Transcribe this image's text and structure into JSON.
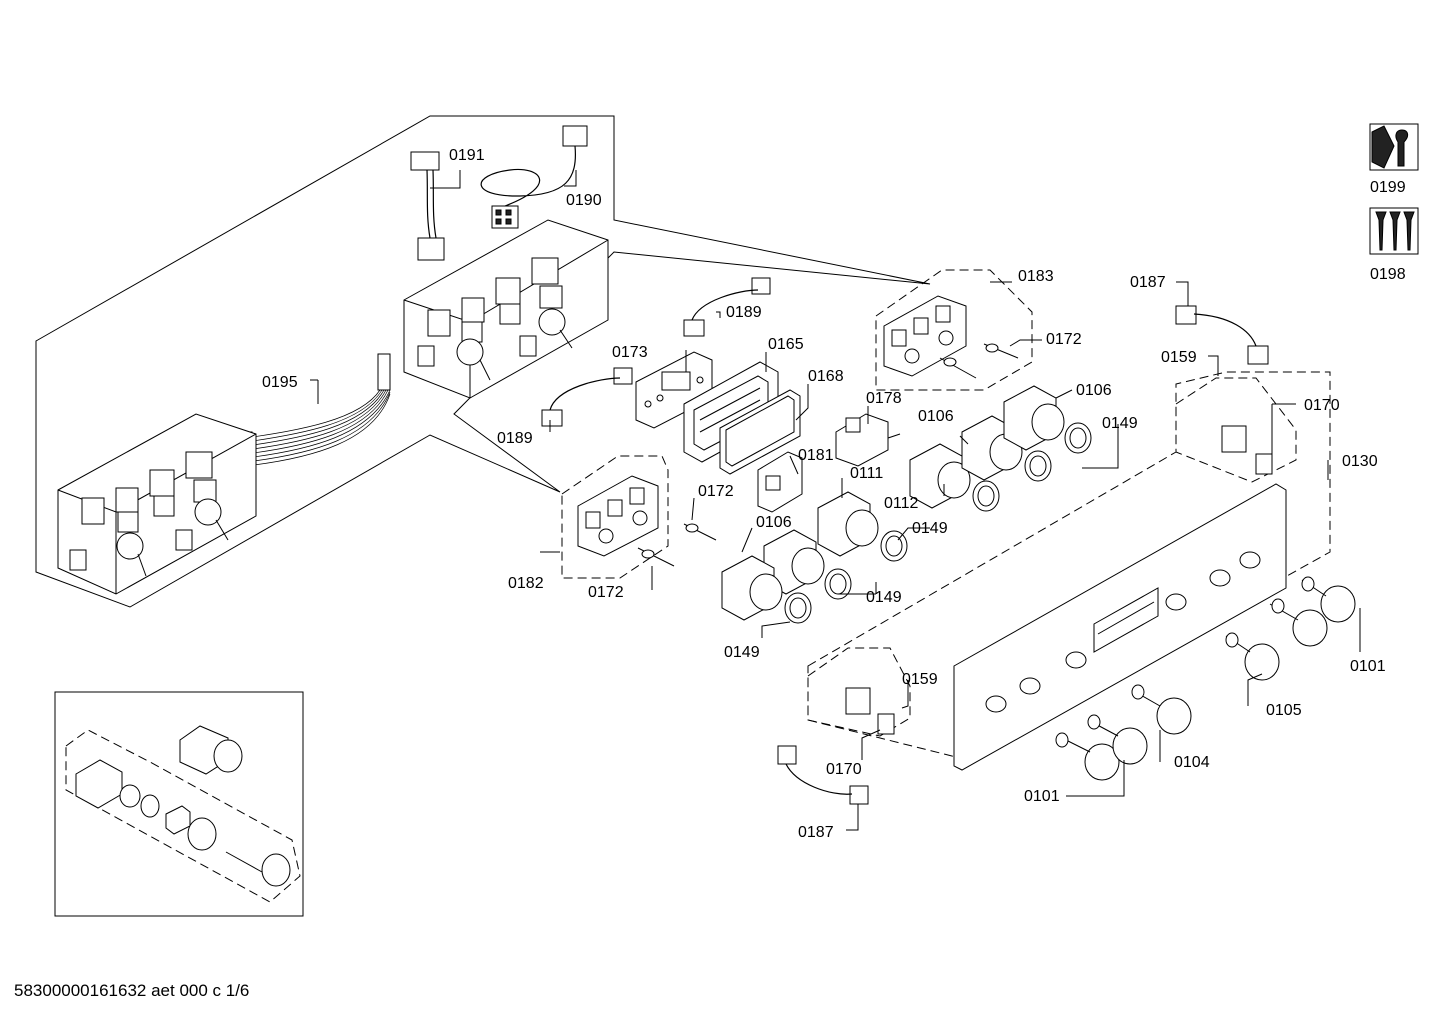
{
  "callouts": {
    "c0191": "0191",
    "c0190": "0190",
    "c0195": "0195",
    "c0189a": "0189",
    "c0189b": "0189",
    "c0173": "0173",
    "c0165": "0165",
    "c0168": "0168",
    "c0178": "0178",
    "c0181": "0181",
    "c0111": "0111",
    "c0112": "0112",
    "c0183": "0183",
    "c0172a": "0172",
    "c0172b": "0172",
    "c0172c": "0172",
    "c0182": "0182",
    "c0106a": "0106",
    "c0106b": "0106",
    "c0106c": "0106",
    "c0149a": "0149",
    "c0149b": "0149",
    "c0149c": "0149",
    "c0149d": "0149",
    "c0187a": "0187",
    "c0187b": "0187",
    "c0159a": "0159",
    "c0159b": "0159",
    "c0170a": "0170",
    "c0170b": "0170",
    "c0130": "0130",
    "c0101a": "0101",
    "c0101b": "0101",
    "c0105": "0105",
    "c0104": "0104",
    "c0199": "0199",
    "c0198": "0198"
  },
  "footer": {
    "code": "58300000161632 aet 000 c 1/6"
  },
  "icons": {
    "tools": "wrench-icon",
    "screws": "screws-icon"
  }
}
